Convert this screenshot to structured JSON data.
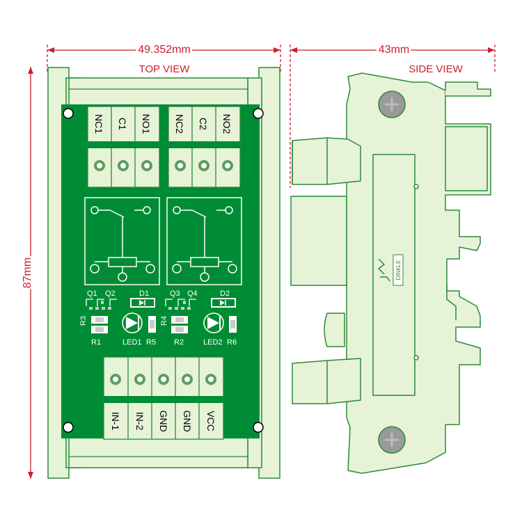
{
  "dimensions": {
    "top_width": "49.352mm",
    "side_width": "43mm",
    "height": "87mm"
  },
  "views": {
    "top": "TOP VIEW",
    "side": "SIDE VIEW"
  },
  "output_terminals": [
    "NC1",
    "C1",
    "NO1",
    "NC2",
    "C2",
    "NO2"
  ],
  "input_terminals": [
    "IN-1",
    "IN-2",
    "GND",
    "GND",
    "VCC"
  ],
  "component_labels": {
    "q1": "Q1",
    "q2": "Q2",
    "d1": "D1",
    "q3": "Q3",
    "q4": "Q4",
    "d2": "D2",
    "r3": "R3",
    "r4": "R4",
    "r1": "R1",
    "r2": "R2",
    "led1": "LED1",
    "r5": "R5",
    "led2": "LED2",
    "r6": "R6"
  },
  "brand": "DINKLE",
  "colors": {
    "dimension": "#cc1f2a",
    "board": "#008c34",
    "rail": "#e6f3d7",
    "outline": "#2a8a3a",
    "terminal": "#5c9e5c"
  }
}
